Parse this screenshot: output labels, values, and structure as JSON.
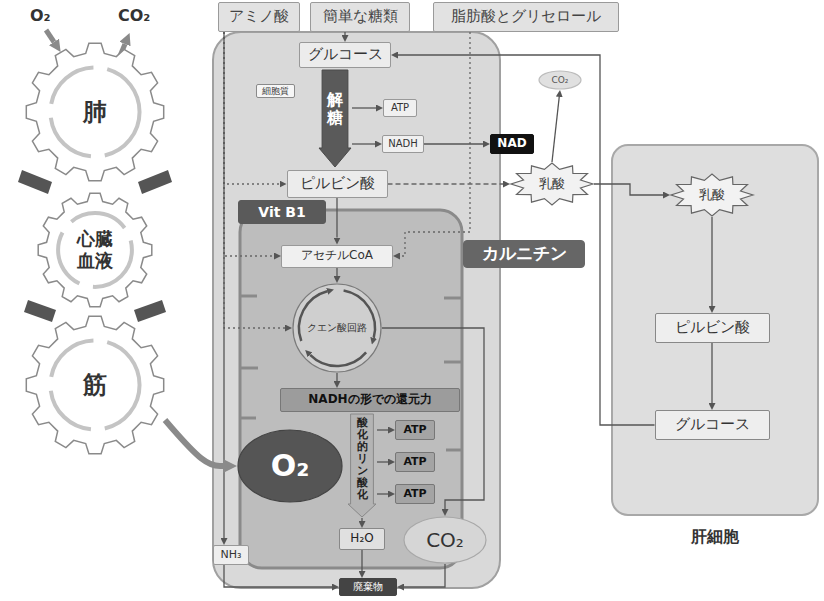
{
  "diagram": {
    "nodes": [
      {
        "text": [
          "アミノ酸"
        ]
      },
      {
        "text": [
          "簡単な糖類"
        ]
      },
      {
        "text": [
          "脂肪酸とグリセロール"
        ]
      },
      {
        "text": [
          "肺"
        ]
      },
      {
        "text": [
          "心臓",
          "血液"
        ]
      },
      {
        "text": [
          "筋"
        ]
      },
      {
        "text": [
          "細胞質"
        ]
      },
      {
        "text": [
          "グルコース"
        ],
        "in": 6
      },
      {
        "text": [
          "解糖"
        ],
        "in": 6
      },
      {
        "text": [
          "ATP"
        ],
        "in": 6
      },
      {
        "text": [
          "NADH"
        ],
        "in": 6
      },
      {
        "text": [
          "CO₂"
        ]
      },
      {
        "text": [
          "NAD"
        ]
      },
      {
        "text": [
          "ピルビン酸"
        ],
        "in": 6
      },
      {
        "text": [
          "乳酸"
        ]
      },
      {
        "text": [
          "Vit B1"
        ],
        "in": 6
      },
      {
        "text": [
          "アセチルCoA"
        ],
        "in": 6
      },
      {
        "text": [
          "カルニチン"
        ]
      },
      {
        "text": [
          "クエン酸回路"
        ],
        "in": 6
      },
      {
        "text": [
          "NADHの形での還元力"
        ],
        "in": 6
      },
      {
        "text": [
          "酸化的リン酸化"
        ],
        "in": 6
      },
      {
        "text": [
          "ATP"
        ],
        "in": 6
      },
      {
        "text": [
          "ATP"
        ],
        "in": 6
      },
      {
        "text": [
          "ATP"
        ],
        "in": 6
      },
      {
        "text": [
          "O₂"
        ],
        "in": 6
      },
      {
        "text": [
          "H₂O"
        ],
        "in": 6
      },
      {
        "text": [
          "CO₂"
        ],
        "in": 6
      },
      {
        "text": [
          "NH₃"
        ],
        "in": 6
      },
      {
        "text": [
          "廃棄物"
        ]
      },
      {
        "text": [
          "肝細胞"
        ]
      },
      {
        "text": [
          "乳酸"
        ],
        "in": 29
      },
      {
        "text": [
          "ピルビン酸"
        ],
        "in": 29
      },
      {
        "text": [
          "グルコース"
        ],
        "in": 29
      }
    ],
    "edges": [
      {
        "from": 0,
        "to": 13,
        "arrow": "to"
      },
      {
        "from": 0,
        "to": 16,
        "arrow": "to"
      },
      {
        "from": 0,
        "to": 18,
        "arrow": "to"
      },
      {
        "from": 0,
        "to": 27,
        "arrow": "to"
      },
      {
        "from": 27,
        "to": 28,
        "arrow": "to"
      },
      {
        "from": 1,
        "to": 7,
        "arrow": "to"
      },
      {
        "from": 2,
        "to": 16,
        "arrow": "to"
      },
      {
        "from": 8,
        "to": 9,
        "arrow": "to"
      },
      {
        "from": 8,
        "to": 10,
        "arrow": "to"
      },
      {
        "from": 10,
        "to": 12,
        "arrow": "to"
      },
      {
        "from": 13,
        "to": 14,
        "arrow": "to"
      },
      {
        "from": 14,
        "to": 11,
        "arrow": "to"
      },
      {
        "from": 14,
        "to": 30,
        "arrow": "to"
      },
      {
        "from": 30,
        "to": 31,
        "arrow": "to"
      },
      {
        "from": 31,
        "to": 32,
        "arrow": "to"
      },
      {
        "from": 32,
        "to": 7,
        "arrow": "to"
      },
      {
        "from": 13,
        "to": 16,
        "arrow": "to"
      },
      {
        "from": 16,
        "to": 18,
        "arrow": "to"
      },
      {
        "from": 18,
        "to": 19,
        "arrow": "to"
      },
      {
        "from": 18,
        "to": 26,
        "arrow": "to"
      },
      {
        "from": 20,
        "to": 21,
        "arrow": "to"
      },
      {
        "from": 20,
        "to": 22,
        "arrow": "to"
      },
      {
        "from": 20,
        "to": 23,
        "arrow": "to"
      },
      {
        "from": 20,
        "to": 25,
        "arrow": "to"
      },
      {
        "from": 5,
        "to": 24,
        "arrow": "to"
      },
      {
        "from": 25,
        "to": 28,
        "arrow": "to"
      },
      {
        "from": 26,
        "to": 28,
        "arrow": "to"
      }
    ],
    "labels": [
      "O₂",
      "CO₂"
    ]
  }
}
